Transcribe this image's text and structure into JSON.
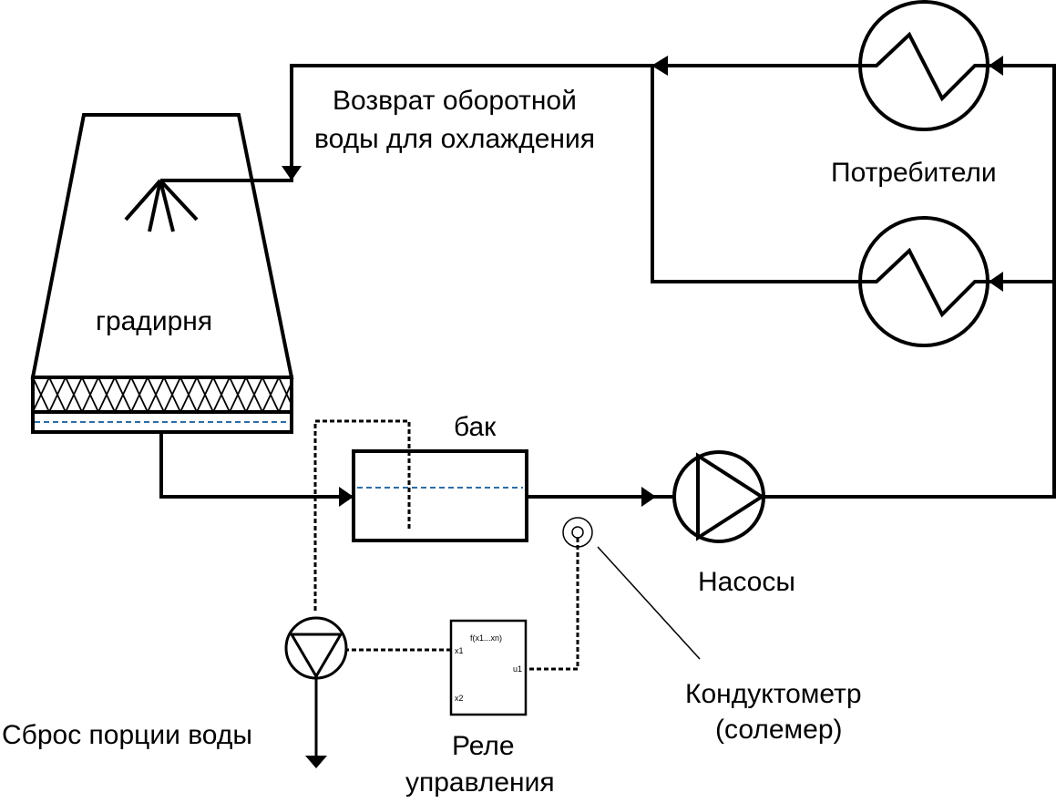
{
  "labels": {
    "return_line1": "Возврат оборотной",
    "return_line2": "воды для охлаждения",
    "consumers": "Потребители",
    "tower": "градирня",
    "tank": "бак",
    "pumps": "Насосы",
    "meter_line1": "Кондуктометр",
    "meter_line2": "(солемер)",
    "drain": "Сброс порции воды",
    "relay_line1": "Реле",
    "relay_line2": "управления"
  },
  "relay": {
    "func": "f(x1...xn)",
    "in1": "x1",
    "in2": "x2",
    "out1": "u1"
  },
  "colors": {
    "line": "#000000",
    "water_level": "#2e6da4"
  }
}
